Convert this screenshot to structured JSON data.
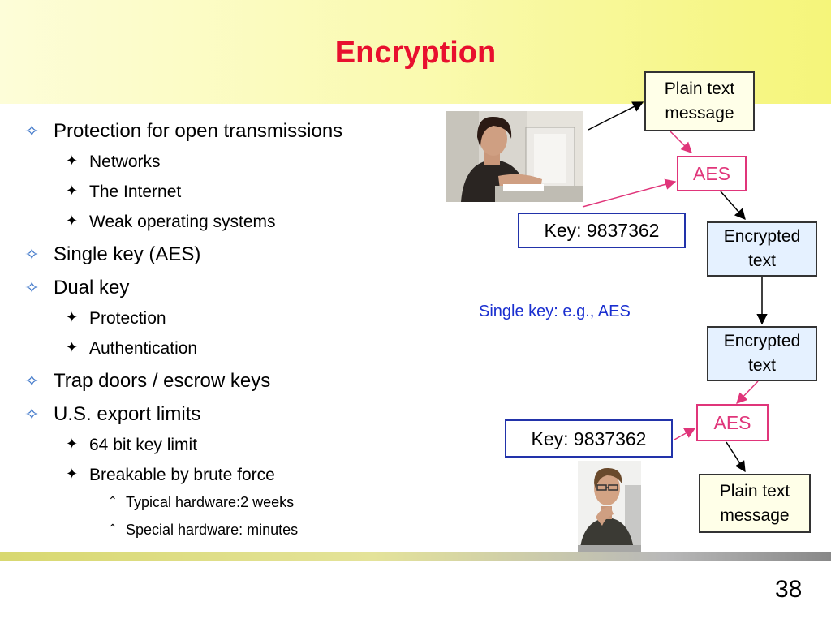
{
  "slide": {
    "title": "Encryption",
    "page_number": "38"
  },
  "bullets": [
    {
      "level": 1,
      "text": "Protection for open transmissions"
    },
    {
      "level": 2,
      "text": "Networks"
    },
    {
      "level": 2,
      "text": "The Internet"
    },
    {
      "level": 2,
      "text": "Weak operating systems"
    },
    {
      "level": 1,
      "text": "Single key (AES)"
    },
    {
      "level": 1,
      "text": "Dual key"
    },
    {
      "level": 2,
      "text": "Protection"
    },
    {
      "level": 2,
      "text": "Authentication"
    },
    {
      "level": 1,
      "text": "Trap doors / escrow keys"
    },
    {
      "level": 1,
      "text": "U.S. export limits"
    },
    {
      "level": 2,
      "text": "64 bit key limit"
    },
    {
      "level": 2,
      "text": "Breakable by brute force"
    },
    {
      "level": 3,
      "text": "Typical hardware:2 weeks"
    },
    {
      "level": 3,
      "text": "Special hardware:  minutes"
    }
  ],
  "diagram": {
    "plain_top": "Plain text\nmessage",
    "aes_top": "AES",
    "key_top": "Key:  9837362",
    "encrypted_1": "Encrypted\ntext",
    "caption": "Single key:  e.g., AES",
    "encrypted_2": "Encrypted\ntext",
    "aes_bottom": "AES",
    "key_bottom": "Key:  9837362",
    "plain_bottom": "Plain text\nmessage"
  },
  "colors": {
    "title": "#e8102e",
    "bullet_level1_marker": "#3f77c9",
    "aes_border": "#e0357a",
    "key_border": "#2233aa",
    "caption": "#1a2fd0",
    "encrypted_fill": "#e5f1ff",
    "plain_fill": "#ffffe8"
  },
  "markers": {
    "level1": "✧",
    "level2": "✦",
    "level3": "⌃"
  }
}
